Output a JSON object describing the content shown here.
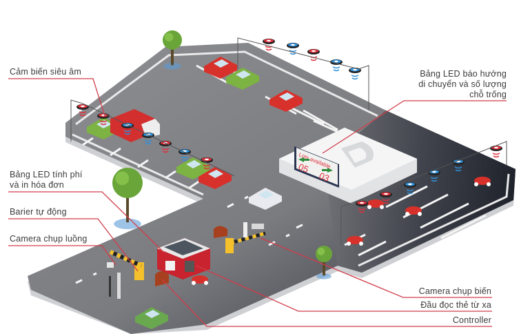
{
  "labels": {
    "ultrasonic_sensor": "Cảm biến siêu âm",
    "led_direction": [
      "Bảng LED báo hướng",
      "di chuyển và số lượng",
      "chỗ trống"
    ],
    "led_fee": [
      "Bảng LED tính phí",
      "và in hóa đơn"
    ],
    "auto_barrier": "Barier tự động",
    "lane_camera": "Camera chụp luồng",
    "plate_camera": "Camera chụp biến",
    "remote_card_reader": "Đầu đọc thẻ từ xa",
    "controller": "Controller"
  },
  "led_board": {
    "title": "Lots available",
    "left_count": "05",
    "right_count": "03"
  },
  "colors": {
    "leader_line": "#d23c4a",
    "asphalt": "#8c8d90",
    "dark_lot": "#1c2230",
    "sensor_red": "#e0303c",
    "sensor_blue": "#2f8fd8"
  }
}
